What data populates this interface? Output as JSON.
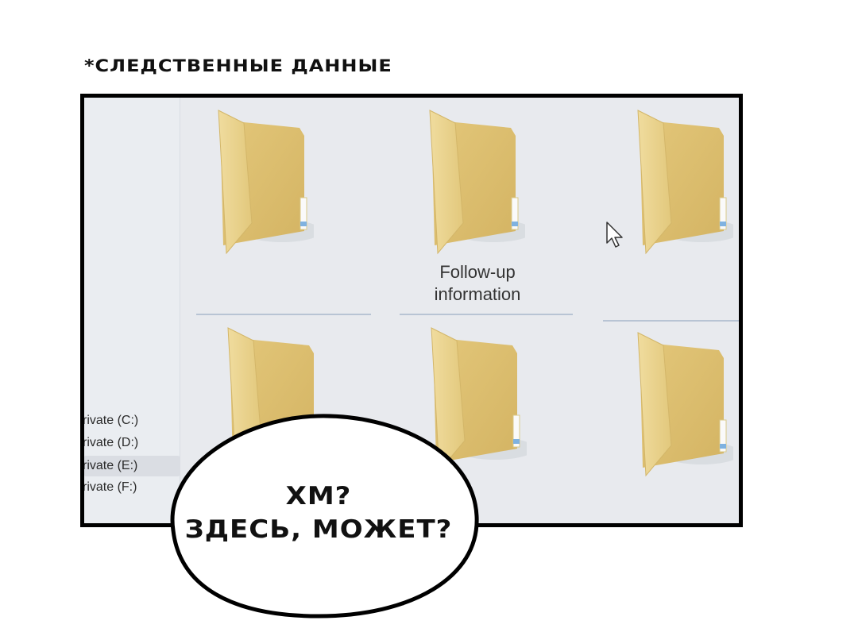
{
  "caption": "*СЛЕДСТВЕННЫЕ ДАННЫЕ",
  "explorer": {
    "drives": [
      {
        "label": "rivate (C:)"
      },
      {
        "label": "rivate (D:)"
      },
      {
        "label": "rivate (E:)",
        "selected": true
      },
      {
        "label": "rivate (F:)"
      }
    ],
    "folders": [
      {
        "name": "",
        "icon": "folder-icon"
      },
      {
        "name": "Follow-up information",
        "icon": "folder-icon"
      },
      {
        "name": "",
        "icon": "folder-icon"
      },
      {
        "name": "",
        "icon": "folder-icon"
      },
      {
        "name": "",
        "icon": "folder-icon"
      },
      {
        "name": "",
        "icon": "folder-icon"
      }
    ],
    "folder_label_lines": [
      "Follow-up",
      "information"
    ],
    "cursor": "mouse-pointer-icon"
  },
  "speech_bubble": {
    "line1": "ХМ?",
    "line2": "ЗДЕСЬ, МОЖЕТ?"
  },
  "colors": {
    "folder_front": "#e7cf86",
    "folder_back": "#d9bd6c",
    "panel_bg": "#e8eaee",
    "border": "#000000"
  }
}
